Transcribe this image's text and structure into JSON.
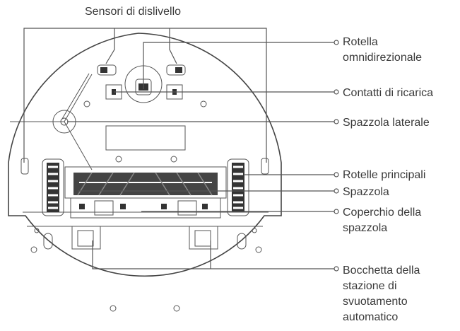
{
  "labels": {
    "cliff_sensors": "Sensori di dislivello",
    "omni_wheel": "Rotella\nomnidirezionale",
    "charging_contacts": "Contatti di ricarica",
    "side_brush": "Spazzola laterale",
    "main_wheels": "Rotelle principali",
    "main_brush": "Spazzola",
    "brush_cover": "Coperchio della\nspazzola",
    "dock_outlet": "Bocchetta della\nstazione di\nsvuotamento\nautomatico"
  }
}
